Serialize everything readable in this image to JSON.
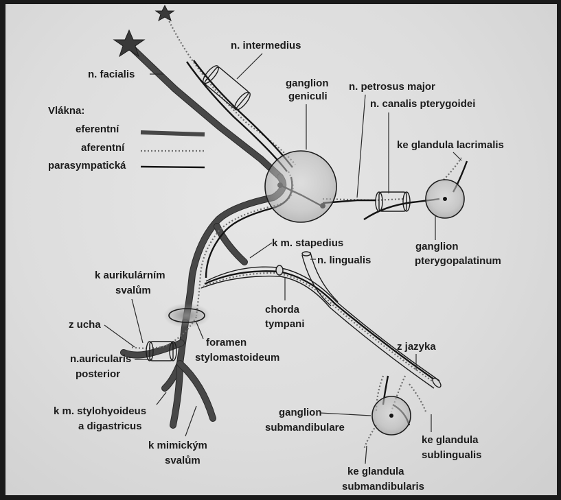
{
  "labels": {
    "n_facialis": "n. facialis",
    "n_intermedius": "n. intermedius",
    "ganglion_geniculi_1": "ganglion",
    "ganglion_geniculi_2": "geniculi",
    "n_petrosus_major": "n. petrosus major",
    "n_canalis_pterygoidei": "n. canalis pterygoidei",
    "ke_glandula_lacrimalis": "ke glandula  lacrimalis",
    "ganglion_pterygopalatinum_1": "ganglion",
    "ganglion_pterygopalatinum_2": "pterygopalatinum",
    "k_m_stapedius": "k m. stapedius",
    "n_lingualis": "n. lingualis",
    "chorda_tympani_1": "chorda",
    "chorda_tympani_2": "tympani",
    "k_aurikularnim_1": "k aurikulárním",
    "k_aurikularnim_2": "svalům",
    "z_ucha": "z ucha",
    "foramen_1": "foramen",
    "foramen_2": "stylomastoideum",
    "n_auricularis_1": "n.auricularis",
    "n_auricularis_2": "posterior",
    "z_jazyka": "z jazyka",
    "k_stylohyoideus_1": "k m. stylohyoideus",
    "k_stylohyoideus_2": "a digastricus",
    "ganglion_submandibulare_1": "ganglion",
    "ganglion_submandibulare_2": "submandibulare",
    "ke_glandula_sublingualis_1": "ke glandula",
    "ke_glandula_sublingualis_2": "sublingualis",
    "k_mimickym_1": "k mimickým",
    "k_mimickym_2": "svalům",
    "ke_glandula_submandibularis_1": "ke glandula",
    "ke_glandula_submandibularis_2": "submandibularis"
  },
  "legend": {
    "title": "Vlákna:",
    "efferent": "eferentní",
    "afferent": "aferentní",
    "parasympathetic": "parasympatická"
  },
  "colors": {
    "background_frame": "#1a1a1a",
    "paper": "#e0e0e0",
    "efferent_fiber": "#474747",
    "afferent_fiber": "#6d6d6d",
    "parasympathetic_fiber": "#141414"
  }
}
